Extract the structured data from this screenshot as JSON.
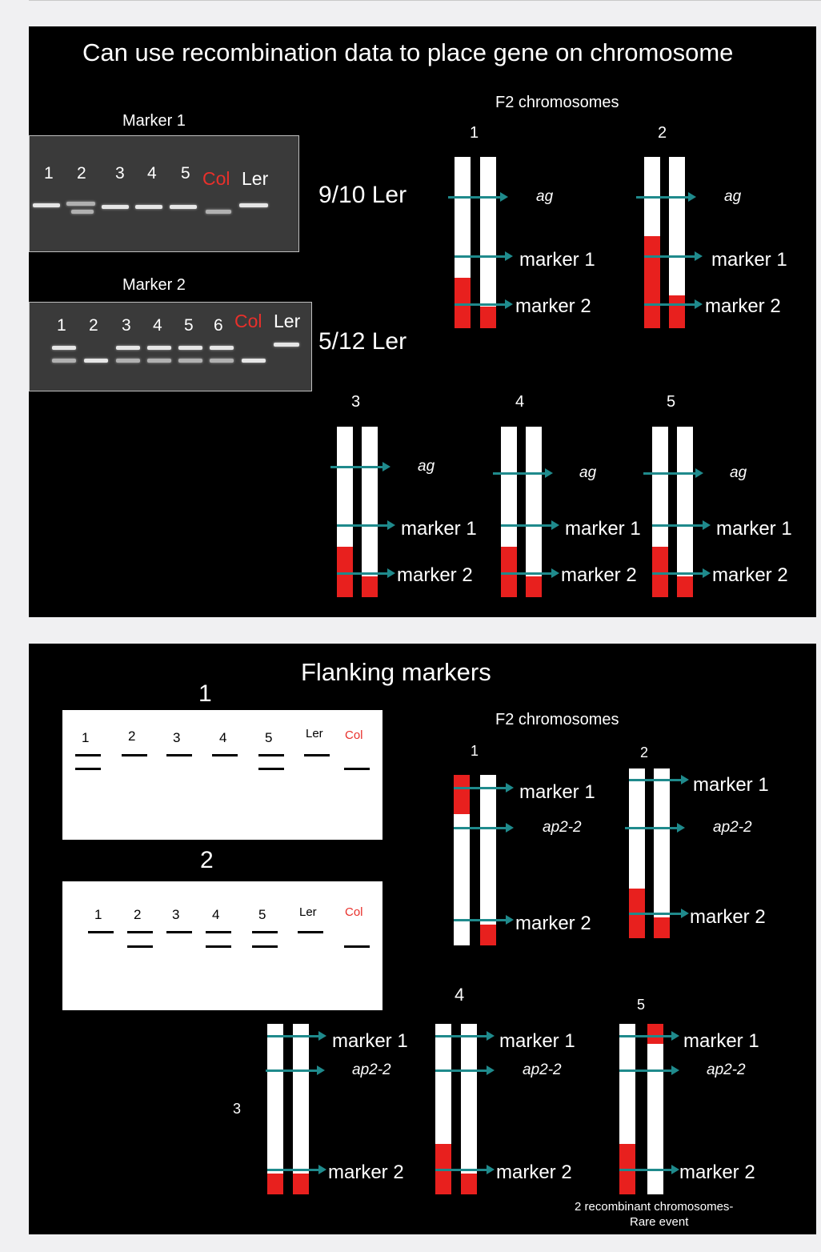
{
  "slide1": {
    "title": "Can use recombination data to place gene on chromosome",
    "gel1": {
      "label": "Marker 1",
      "lanes": [
        "1",
        "2",
        "3",
        "4",
        "5",
        "Col",
        "Ler"
      ],
      "result": "9/10 Ler"
    },
    "gel2": {
      "label": "Marker 2",
      "lanes": [
        "1",
        "2",
        "3",
        "4",
        "5",
        "6",
        "Col",
        "Ler"
      ],
      "result": "5/12 Ler"
    },
    "f2_title": "F2 chromosomes",
    "groups": [
      {
        "number": "1",
        "ag": "ag",
        "marker1": "marker 1",
        "marker2": "marker 2"
      },
      {
        "number": "2",
        "ag": "ag",
        "marker1": "marker 1",
        "marker2": "marker 2"
      },
      {
        "number": "3",
        "ag": "ag",
        "marker1": "marker 1",
        "marker2": "marker 2"
      },
      {
        "number": "4",
        "ag": "ag",
        "marker1": "marker 1",
        "marker2": "marker 2"
      },
      {
        "number": "5",
        "ag": "ag",
        "marker1": "marker 1",
        "marker2": "marker 2"
      }
    ]
  },
  "slide2": {
    "title": "Flanking markers",
    "panel1": {
      "number": "1",
      "lanes": [
        "1",
        "2",
        "3",
        "4",
        "5",
        "Ler",
        "Col"
      ]
    },
    "panel2": {
      "number": "2",
      "lanes": [
        "1",
        "2",
        "3",
        "4",
        "5",
        "Ler",
        "Col"
      ]
    },
    "f2_title": "F2 chromosomes",
    "groups": [
      {
        "number": "1",
        "marker1": "marker 1",
        "gene": "ap2-2",
        "marker2": "marker 2"
      },
      {
        "number": "2",
        "marker1": "marker 1",
        "gene": "ap2-2",
        "marker2": "marker 2"
      },
      {
        "number": "3",
        "marker1": "marker 1",
        "gene": "ap2-2",
        "marker2": "marker 2"
      },
      {
        "number": "4",
        "marker1": "marker 1",
        "gene": "ap2-2",
        "marker2": "marker 2"
      },
      {
        "number": "5",
        "marker1": "marker 1",
        "gene": "ap2-2",
        "marker2": "marker 2"
      }
    ],
    "note_line1": "2 recombinant chromosomes-",
    "note_line2": "Rare event"
  },
  "colors": {
    "background": "#000000",
    "chromosome": "#ffffff",
    "col_segment": "#e8201e",
    "arrow": "#1f8a8c",
    "col_label": "#e8302b"
  }
}
